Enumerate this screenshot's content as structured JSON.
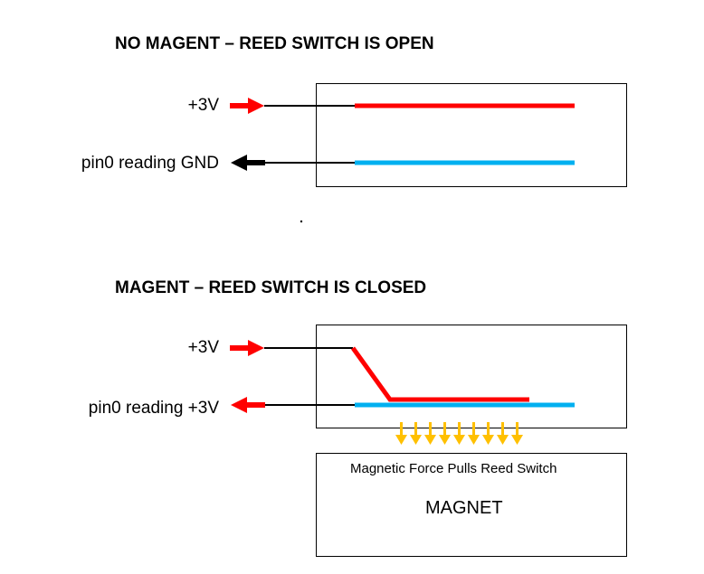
{
  "top": {
    "heading": "NO MAGENT – REED SWITCH IS OPEN",
    "input_label": "+3V",
    "output_label": "pin0 reading GND"
  },
  "bottom": {
    "heading": "MAGENT – REED SWITCH IS CLOSED",
    "input_label": "+3V",
    "output_label": "pin0 reading +3V"
  },
  "magnet": {
    "caption": "Magnetic Force Pulls Reed Switch",
    "title": "MAGNET"
  },
  "colors": {
    "power_wire": "#ff0000",
    "signal_wire": "#00b0f0",
    "force_arrow": "#ffc000",
    "gnd_arrow": "#000000",
    "high_arrow": "#ff0000"
  }
}
